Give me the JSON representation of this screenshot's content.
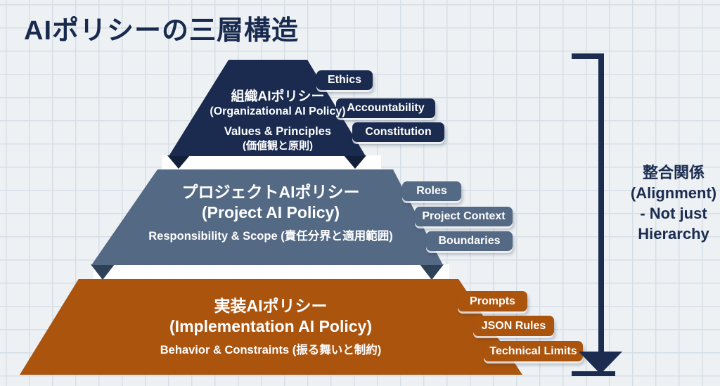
{
  "title": "AIポリシーの三層構造",
  "layers": [
    {
      "id": "organizational",
      "name_ja": "組織AIポリシー",
      "name_en": "(Organizational AI Policy)",
      "subtitle_en": "Values & Principles",
      "subtitle_ja": "(価値観と原則)",
      "color": "#1a2b4f",
      "tags": [
        "Ethics",
        "Accountability",
        "Constitution"
      ]
    },
    {
      "id": "project",
      "name_ja": "プロジェクトAIポリシー",
      "name_en": "(Project AI Policy)",
      "subtitle": "Responsibility & Scope (責任分界と適用範囲)",
      "color": "#546984",
      "tags": [
        "Roles",
        "Project Context",
        "Boundaries"
      ]
    },
    {
      "id": "implementation",
      "name_ja": "実装AIポリシー",
      "name_en": "(Implementation AI Policy)",
      "subtitle": "Behavior & Constraints (振る舞いと制約)",
      "color": "#ab540e",
      "tags": [
        "Prompts",
        "JSON Rules",
        "Technical Limits"
      ]
    }
  ],
  "annotation": {
    "line1": "整合関係",
    "line2": "(Alignment)",
    "line3": "- Not just",
    "line4": "Hierarchy"
  },
  "colors": {
    "navy": "#1a2b4f",
    "navy_dark": "#111f3a",
    "slate": "#546984",
    "slate_dark": "#2e4157",
    "orange": "#ab540e",
    "arrow": "#1b2c50",
    "title_text": "#182a4e",
    "background": "#edf1f4",
    "grid_line": "#d6dee6",
    "band": "#ffffff",
    "tag_text": "#ffffff"
  }
}
